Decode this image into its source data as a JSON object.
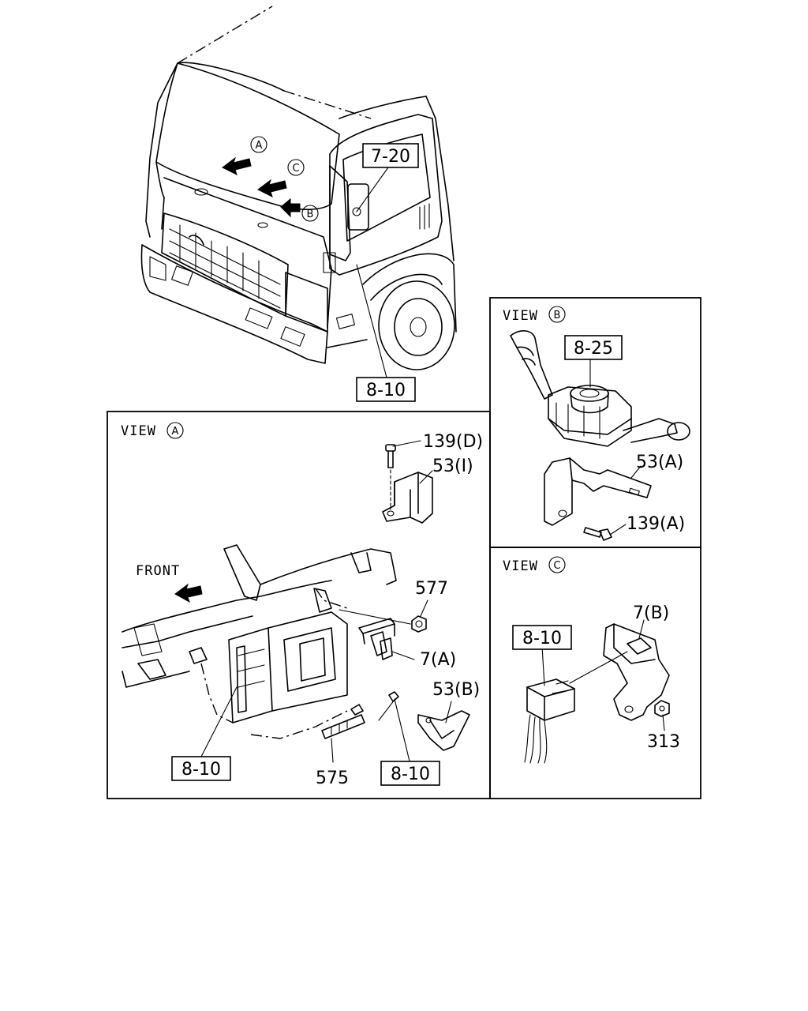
{
  "views": {
    "a": {
      "word": "VIEW",
      "letter": "A"
    },
    "b": {
      "word": "VIEW",
      "letter": "B"
    },
    "c": {
      "word": "VIEW",
      "letter": "C"
    }
  },
  "overview": {
    "markers": [
      "A",
      "C",
      "B"
    ],
    "ref_7_20": "7-20",
    "ref_8_10": "8-10"
  },
  "view_a": {
    "front": "FRONT",
    "p139d": "139(D)",
    "p53i": "53(I)",
    "p577": "577",
    "p7a": "7(A)",
    "p53b": "53(B)",
    "p575": "575",
    "ref_left": "8-10",
    "ref_right": "8-10"
  },
  "view_b": {
    "ref_8_25": "8-25",
    "p53a": "53(A)",
    "p139a": "139(A)"
  },
  "view_c": {
    "ref_8_10": "8-10",
    "p7b": "7(B)",
    "p313": "313"
  }
}
